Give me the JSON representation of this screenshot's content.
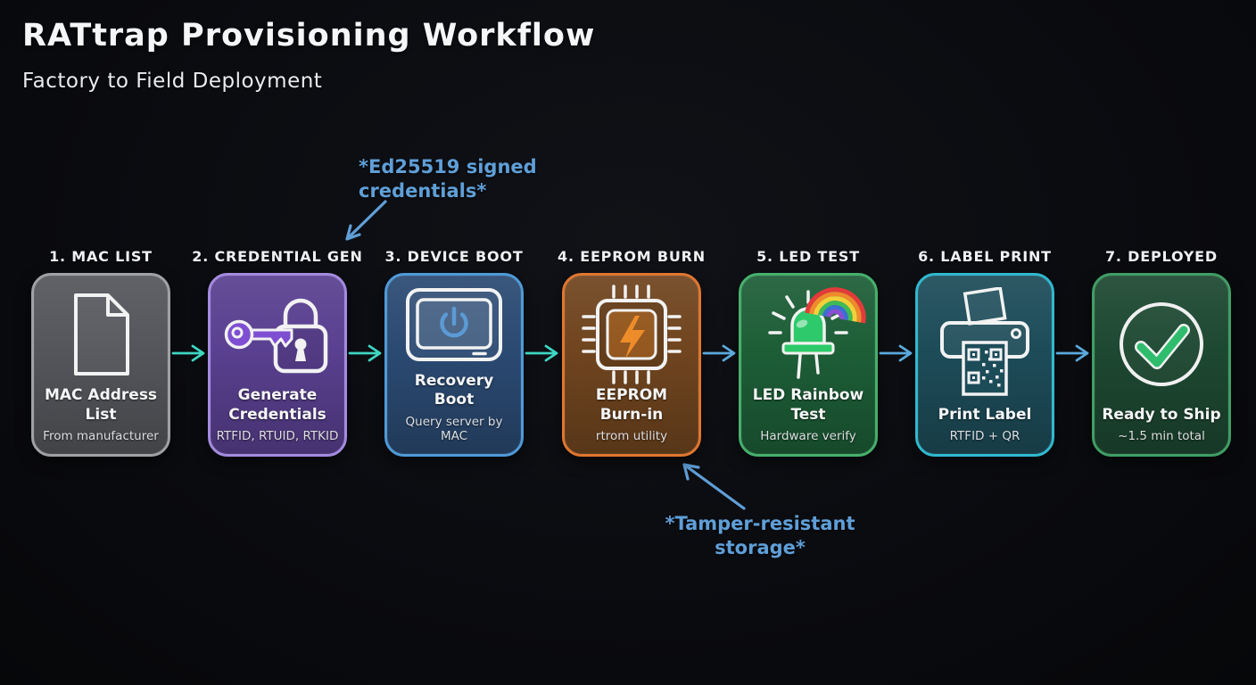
{
  "page": {
    "title": "RATtrap Provisioning Workflow",
    "subtitle": "Factory to Field Deployment"
  },
  "colors": {
    "background": "#0a0b0f",
    "flow_arrow_teal": "#3fd6c2",
    "flow_arrow_blue": "#5ba9dc",
    "annotation_blue": "#5f9fd8",
    "text_primary": "#f5f6f7"
  },
  "annotations": [
    {
      "id": "ed25519",
      "line1": "*Ed25519 signed",
      "line2": "credentials*",
      "points_to": "2. CREDENTIAL GEN"
    },
    {
      "id": "tamper",
      "line1": "*Tamper-resistant",
      "line2": "storage*",
      "points_to": "4. EEPROM BURN"
    }
  ],
  "arrows": {
    "colors": [
      "#3fd6c2",
      "#3fd6c2",
      "#3fd6c2",
      "#5ba9dc",
      "#5ba9dc",
      "#5ba9dc"
    ]
  },
  "steps": [
    {
      "label": "1. MAC LIST",
      "title": "MAC Address List",
      "subtitle": "From manufacturer",
      "icon": "document-icon",
      "colors": {
        "fill": "#55565b",
        "border": "#a0a1a5",
        "accent": "#ffffff"
      }
    },
    {
      "label": "2. CREDENTIAL GEN",
      "title": "Generate Credentials",
      "subtitle": "RTFID, RTUID, RTKID",
      "icon": "key-lock-icon",
      "colors": {
        "fill": "#5a4090",
        "border": "#a48be0",
        "accent": "#7e4fd2"
      }
    },
    {
      "label": "3. DEVICE BOOT",
      "title": "Recovery Boot",
      "subtitle": "Query server by MAC",
      "icon": "monitor-power-icon",
      "colors": {
        "fill": "#2b4a72",
        "border": "#4e9ad8",
        "accent": "#5b9bd5"
      }
    },
    {
      "label": "4. EEPROM BURN",
      "title": "EEPROM Burn-in",
      "subtitle": "rtrom utility",
      "icon": "chip-bolt-icon",
      "colors": {
        "fill": "#70451f",
        "border": "#e0762f",
        "accent": "#ef8c2a"
      }
    },
    {
      "label": "5. LED TEST",
      "title": "LED Rainbow Test",
      "subtitle": "Hardware verify",
      "icon": "led-rainbow-icon",
      "colors": {
        "fill": "#1d5e37",
        "border": "#46b06c",
        "accent": "#2ec96a"
      }
    },
    {
      "label": "6. LABEL PRINT",
      "title": "Print Label",
      "subtitle": "RTFID + QR",
      "icon": "printer-qr-icon",
      "colors": {
        "fill": "#1d4c59",
        "border": "#2fb9cf",
        "accent": "#ffffff"
      }
    },
    {
      "label": "7. DEPLOYED",
      "title": "Ready to Ship",
      "subtitle": "~1.5 min total",
      "icon": "check-circle-icon",
      "colors": {
        "fill": "#1d4831",
        "border": "#3f9e64",
        "accent": "#2fbd6d"
      }
    }
  ]
}
